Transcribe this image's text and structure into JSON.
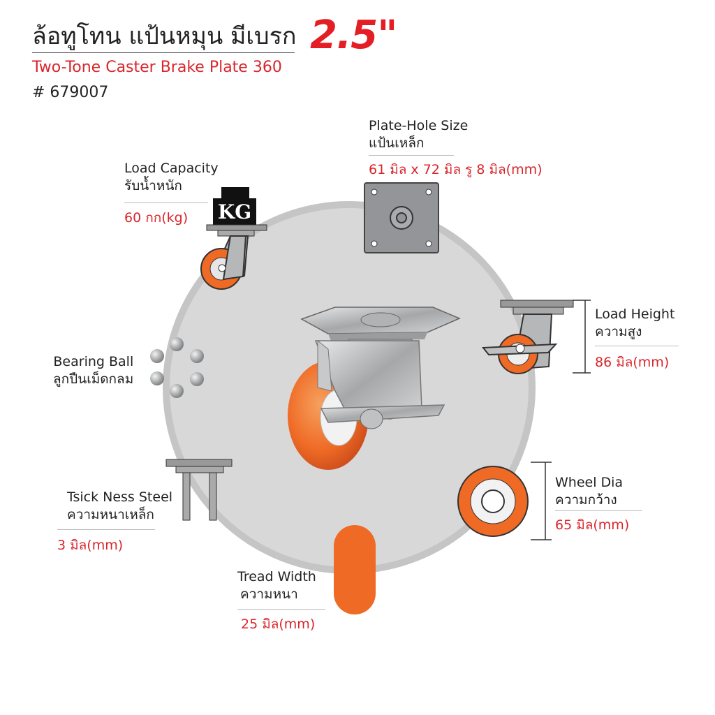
{
  "header": {
    "title_thai": "ล้อทูโทน แป้นหมุน มีเบรก",
    "size": "2.5\"",
    "title_english": "Two-Tone Caster Brake Plate 360",
    "code": "# 679007"
  },
  "specs": {
    "plate_hole": {
      "label_en": "Plate-Hole Size",
      "label_th": "แป้นเหล็ก",
      "value": "61 มิล x 72 มิล รู 8 มิล(mm)"
    },
    "load_capacity": {
      "label_en": "Load Capacity",
      "label_th": "รับน้ำหนัก",
      "value": "60 กก(kg)",
      "badge": "KG"
    },
    "load_height": {
      "label_en": "Load Height",
      "label_th": "ความสูง",
      "value": "86 มิล(mm)"
    },
    "bearing_ball": {
      "label_en": "Bearing Ball",
      "label_th": "ลูกปืนเม็ดกลม"
    },
    "wheel_dia": {
      "label_en": "Wheel  Dia",
      "label_th": "ความกว้าง",
      "value": "65 มิล(mm)"
    },
    "thickness_steel": {
      "label_en": "Tsick Ness Steel",
      "label_th": "ความหนาเหล็ก",
      "value": "3 มิล(mm)"
    },
    "tread_width": {
      "label_en": "Tread Width",
      "label_th": "ความหนา",
      "value": "25 มิล(mm)"
    }
  },
  "colors": {
    "accent_red": "#e31e24",
    "wheel_orange": "#ef6a25",
    "circle_bg": "#d9d8d8",
    "steel": "#a9abae"
  },
  "icons": [
    "kg-weight-icon",
    "mounting-plate-icon",
    "caster-side-icon",
    "bearing-balls-icon",
    "plate-thickness-icon",
    "wheel-front-icon",
    "tread-icon"
  ]
}
